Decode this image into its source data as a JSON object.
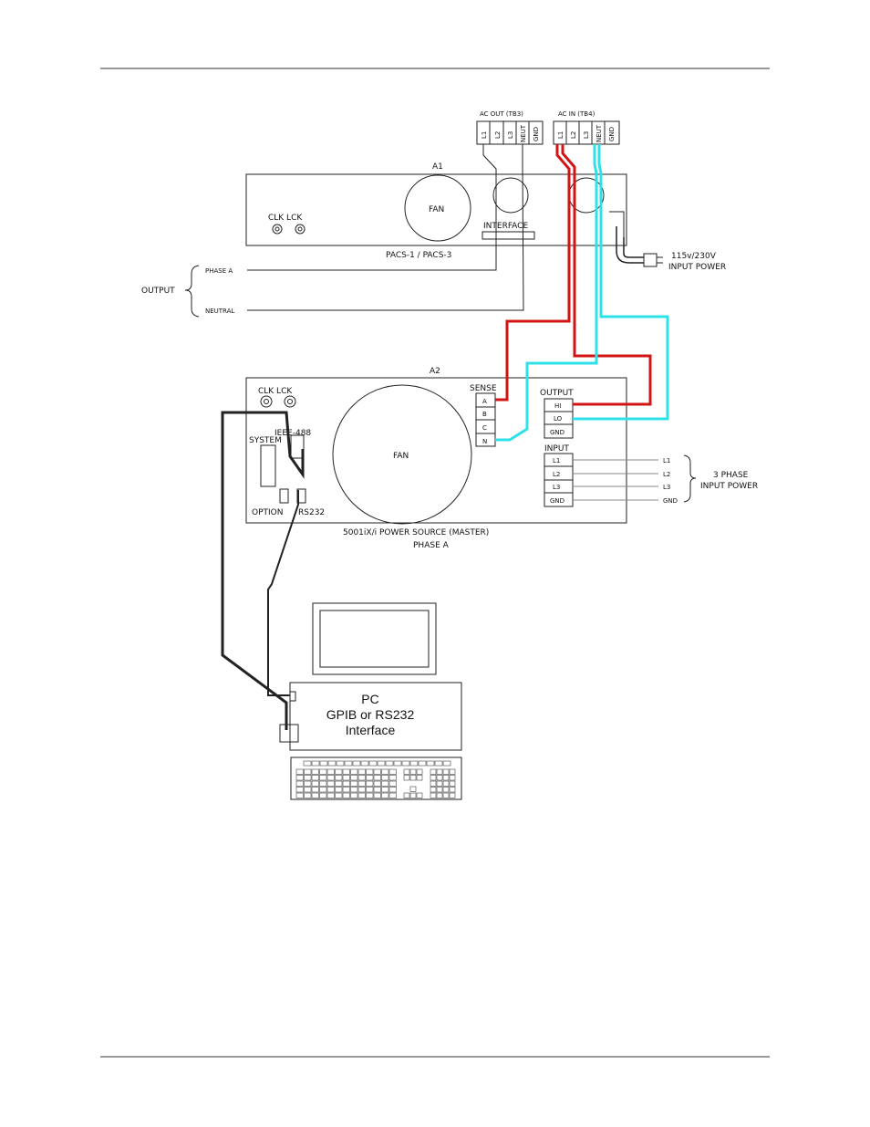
{
  "colors": {
    "red_wire": "#d21414",
    "cyan_wire": "#2ee0e8",
    "black_wire": "#111111"
  },
  "tb3": {
    "title": "AC OUT (TB3)",
    "terminals": [
      "L1",
      "L2",
      "L3",
      "NEUT",
      "GND"
    ]
  },
  "tb4": {
    "title": "AC IN (TB4)",
    "terminals": [
      "L1",
      "L2",
      "L3",
      "NEUT",
      "GND"
    ]
  },
  "a1": {
    "label": "A1",
    "fan": "FAN",
    "clk_lck": "CLK LCK",
    "interface": "INTERFACE",
    "model": "PACS-1 / PACS-3",
    "input_power_line1": "115v/230V",
    "input_power_line2": "INPUT POWER"
  },
  "output_group": {
    "label": "OUTPUT",
    "phase_a": "PHASE A",
    "neutral": "NEUTRAL"
  },
  "a2": {
    "label": "A2",
    "clk_lck": "CLK LCK",
    "ieee": "IEEE-488",
    "system": "SYSTEM",
    "option": "OPTION",
    "rs232": "RS232",
    "fan": "FAN",
    "sense_title": "SENSE",
    "sense_terms": [
      "A",
      "B",
      "C",
      "N"
    ],
    "output_title": "OUTPUT",
    "output_terms": [
      "HI",
      "LO",
      "GND"
    ],
    "input_title": "INPUT",
    "input_terms": [
      "L1",
      "L2",
      "L3",
      "GND"
    ],
    "input_lines": [
      "L1",
      "L2",
      "L3",
      "GND"
    ],
    "three_phase_line1": "3 PHASE",
    "three_phase_line2": "INPUT POWER",
    "caption_line1": "5001iX/i POWER SOURCE (MASTER)",
    "caption_line2": "PHASE A"
  },
  "pc": {
    "line1": "PC",
    "line2": "GPIB or RS232",
    "line3": "Interface"
  }
}
